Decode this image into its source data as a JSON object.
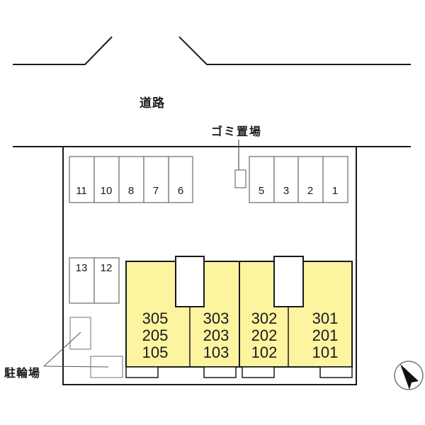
{
  "labels": {
    "road": "道路",
    "trash": "ゴミ置場",
    "bicycle_parking": "駐輪場"
  },
  "parking": {
    "top_left": [
      "11",
      "10",
      "8",
      "7",
      "6"
    ],
    "top_right": [
      "5",
      "3",
      "2",
      "1"
    ],
    "left": [
      "13",
      "12"
    ]
  },
  "units": [
    {
      "floor3": "305",
      "floor2": "205",
      "floor1": "105"
    },
    {
      "floor3": "303",
      "floor2": "203",
      "floor1": "103"
    },
    {
      "floor3": "302",
      "floor2": "202",
      "floor1": "102"
    },
    {
      "floor3": "301",
      "floor2": "201",
      "floor1": "101"
    }
  ],
  "compass": {
    "icon": "north-arrow-icon"
  },
  "colors": {
    "building_fill": "#fdf4a0",
    "line": "#1a1a1a",
    "thin_line": "#777777"
  }
}
